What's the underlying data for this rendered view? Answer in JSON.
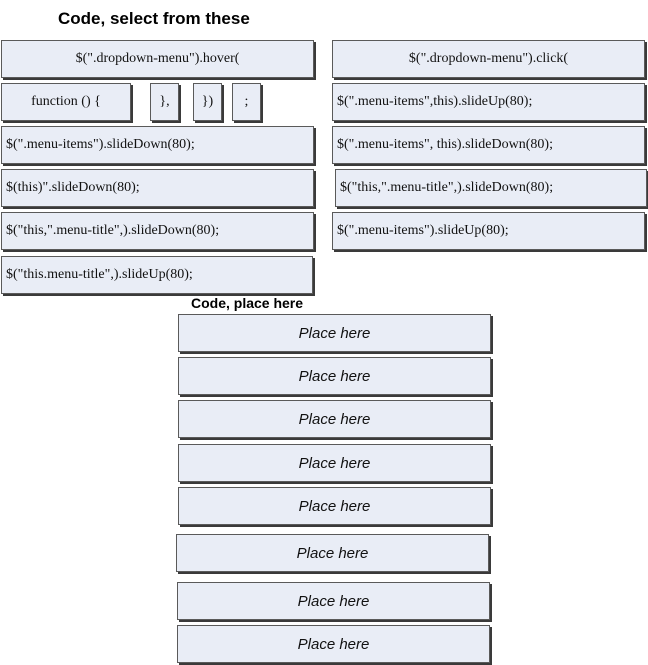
{
  "heading_select": "Code, select from these",
  "heading_place": "Code, place here",
  "tiles": [
    "$(\".dropdown-menu\").hover(",
    "$(\".dropdown-menu\").click(",
    "function () {",
    "},",
    "})",
    ";",
    "$(\".menu-items\",this).slideUp(80);",
    "$(\".menu-items\").slideDown(80);",
    "$(\".menu-items\", this).slideDown(80);",
    "$(this)\".slideDown(80);",
    "$(\"this,\".menu-title\",).slideDown(80);",
    "$(\"this,\".menu-title\",).slideDown(80);",
    "$(\".menu-items\").slideUp(80);",
    "$(\"this.menu-title\",).slideUp(80);"
  ],
  "slots": [
    "Place here",
    "Place here",
    "Place here",
    "Place here",
    "Place here",
    "Place here",
    "Place here",
    "Place here"
  ]
}
